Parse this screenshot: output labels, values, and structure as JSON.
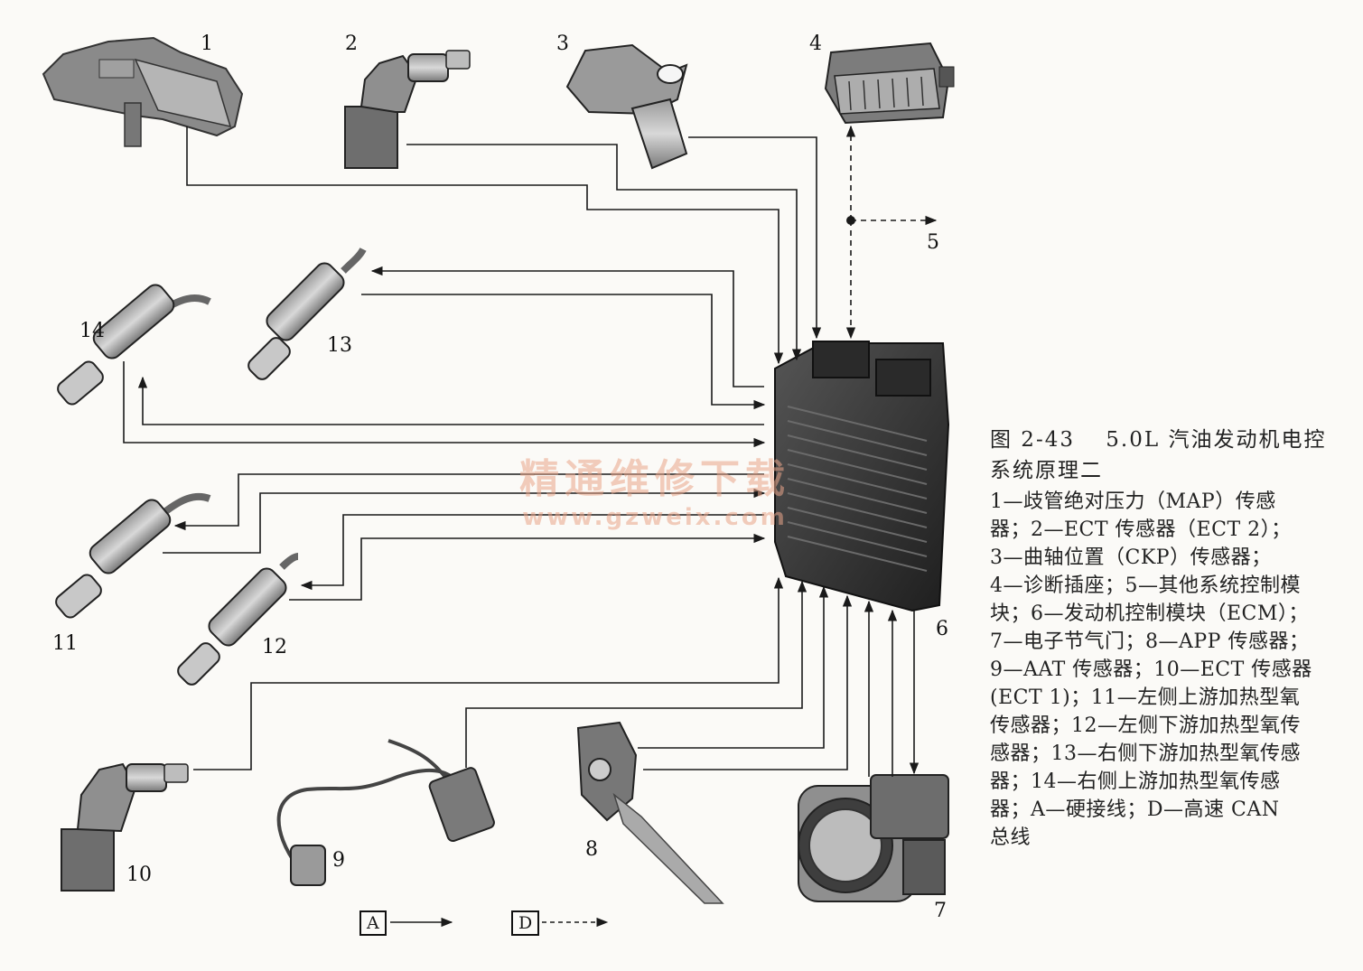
{
  "labels": {
    "c1": "1",
    "c2": "2",
    "c3": "3",
    "c4": "4",
    "c5": "5",
    "c6": "6",
    "c7": "7",
    "c8": "8",
    "c9": "9",
    "c10": "10",
    "c11": "11",
    "c12": "12",
    "c13": "13",
    "c14": "14"
  },
  "legend": {
    "a_box": "A",
    "d_box": "D"
  },
  "caption": {
    "title": "图 2-43　 5.0L 汽油发动机电控系统原理二",
    "lines": [
      "1—歧管绝对压力（MAP）传感",
      "器；2—ECT 传感器（ECT 2）；",
      "3—曲轴位置（CKP）传感器；",
      "4—诊断插座；5—其他系统控制模",
      "块；6—发动机控制模块（ECM）；",
      "7—电子节气门；8—APP 传感器；",
      "9—AAT 传感器；10—ECT 传感器",
      "(ECT 1)；11—左侧上游加热型氧",
      "传感器；12—左侧下游加热型氧传",
      "感器；13—右侧下游加热型氧传感",
      "器；14—右侧上游加热型氧传感",
      "器；A—硬接线；D—高速 CAN",
      "总线"
    ]
  },
  "watermark": {
    "cn": "精通维修下载",
    "url": "www.gzweix.com"
  },
  "colors": {
    "line": "#1a1a1a",
    "component": "#6f6f6f",
    "component_dark": "#3a3a3a",
    "watermark": "#e9a58a"
  }
}
